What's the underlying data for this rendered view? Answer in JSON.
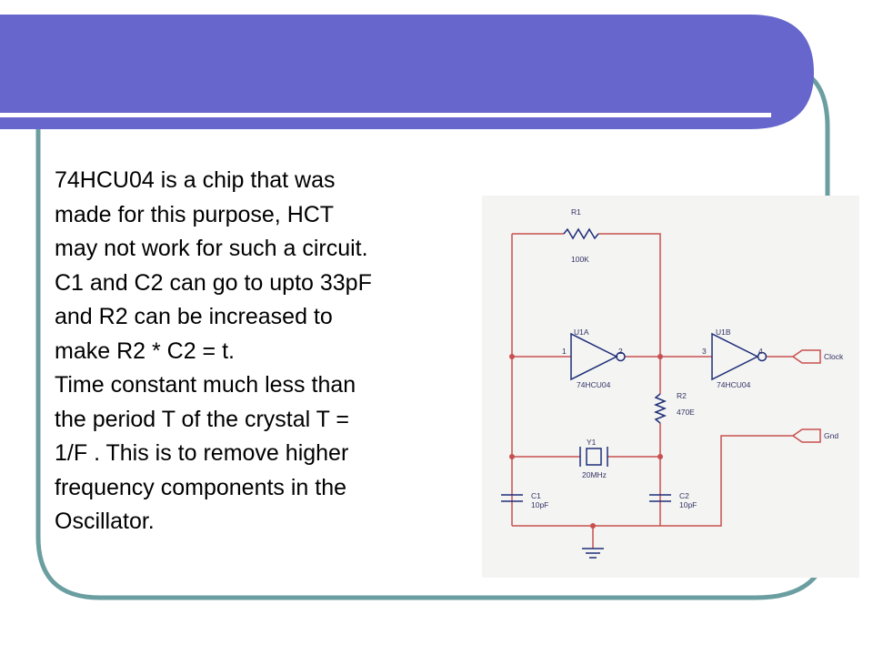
{
  "slide": {
    "colors": {
      "banner": "#6666cc",
      "frame": "#6b9ea0",
      "rule": "#ffffff",
      "wire": "#c85050",
      "component": "#1e2e78",
      "label": "#333366"
    },
    "paragraphs": [
      "74HCU04 is a chip that was",
      "made for this purpose, HCT",
      "may not work for such a circuit.",
      "C1 and C2 can go to upto 33pF",
      "and R2 can be increased to",
      "make R2 * C2 = t.",
      "Time constant much less than",
      "the period T of the crystal T =",
      "1/F . This is to remove higher",
      "frequency components in the",
      "Oscillator."
    ]
  },
  "schematic": {
    "r1": {
      "ref": "R1",
      "value": "100K"
    },
    "r2": {
      "ref": "R2",
      "value": "470E"
    },
    "u1a": {
      "ref": "U1A",
      "part": "74HCU04",
      "pin_in": "1",
      "pin_out": "2"
    },
    "u1b": {
      "ref": "U1B",
      "part": "74HCU04",
      "pin_in": "3",
      "pin_out": "4"
    },
    "y1": {
      "ref": "Y1",
      "value": "20MHz"
    },
    "c1": {
      "ref": "C1",
      "value": "10pF"
    },
    "c2": {
      "ref": "C2",
      "value": "10pF"
    },
    "ports": {
      "clock": "Clock",
      "gnd": "Gnd"
    }
  }
}
